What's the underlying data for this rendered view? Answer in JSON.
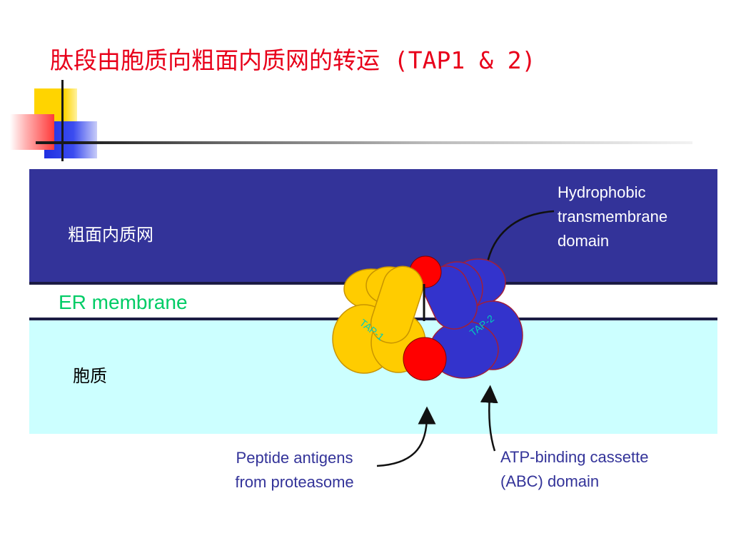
{
  "slide": {
    "title": "肽段由胞质向粗面内质网的转运 (TAP1 & 2)"
  },
  "regions": {
    "er_lumen": "粗面内质网",
    "membrane": "ER membrane",
    "cytosol": "胞质"
  },
  "protein": {
    "tap1_label": "TAP-1",
    "tap2_label": "TAP-2"
  },
  "annotations": {
    "hydrophobic": "Hydrophobic\ntransmembrane\ndomain",
    "peptide": "Peptide antigens\nfrom proteasome",
    "abc": "ATP-binding cassette\n(ABC) domain"
  },
  "colors": {
    "title": "#e8001a",
    "er_lumen": "#333399",
    "cytosol": "#ccffff",
    "membrane_label": "#00cc66",
    "tap1": "#ffcc00",
    "tap2": "#3333cc",
    "peptide_sphere": "#ff0000",
    "annotation_text": "#333399"
  }
}
